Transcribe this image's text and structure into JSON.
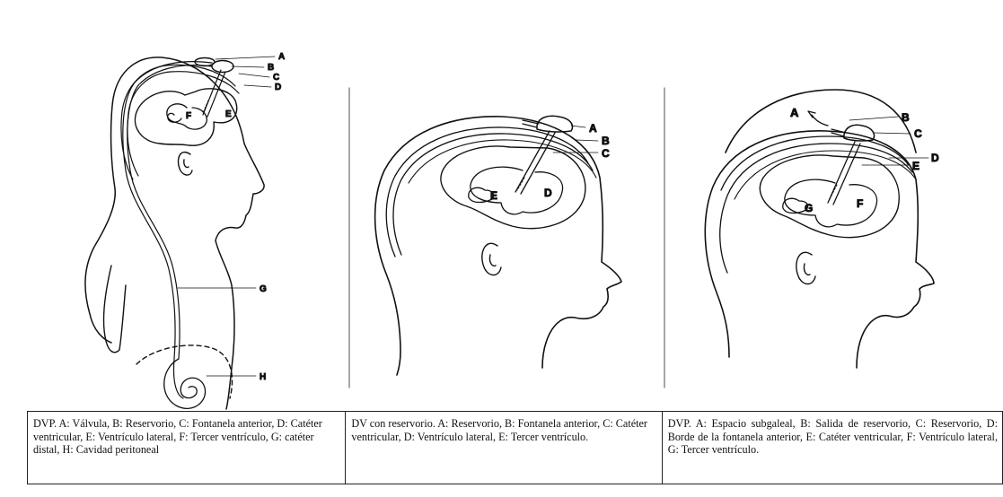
{
  "panel1": {
    "labels": {
      "a": "A",
      "b": "B",
      "c": "C",
      "d": "D",
      "e": "E",
      "f": "F",
      "g": "G",
      "h": "H"
    }
  },
  "panel2": {
    "labels": {
      "a": "A",
      "b": "B",
      "c": "C",
      "d": "D",
      "e": "E"
    }
  },
  "panel3": {
    "labels": {
      "a": "A",
      "b": "B",
      "c": "C",
      "d": "D",
      "e": "E",
      "f": "F",
      "g": "G"
    }
  },
  "captions": {
    "panel1": "DVP. A: Válvula, B: Reservorio, C: Fontanela anterior, D: Catéter ventricular, E: Ventrículo lateral, F: Tercer ventrículo, G: catéter distal, H: Cavidad peritoneal",
    "panel2": "DV con reservorio. A: Reservorio, B: Fontanela anterior, C: Catéter ventricular, D: Ventrículo lateral, E: Tercer ventrículo.",
    "panel3": "DVP. A: Espacio subgaleal, B: Salida de reservorio, C: Reservorio, D: Borde de la fontanela anterior, E: Catéter ventricular, F: Ventrículo lateral, G: Tercer ventrículo."
  }
}
